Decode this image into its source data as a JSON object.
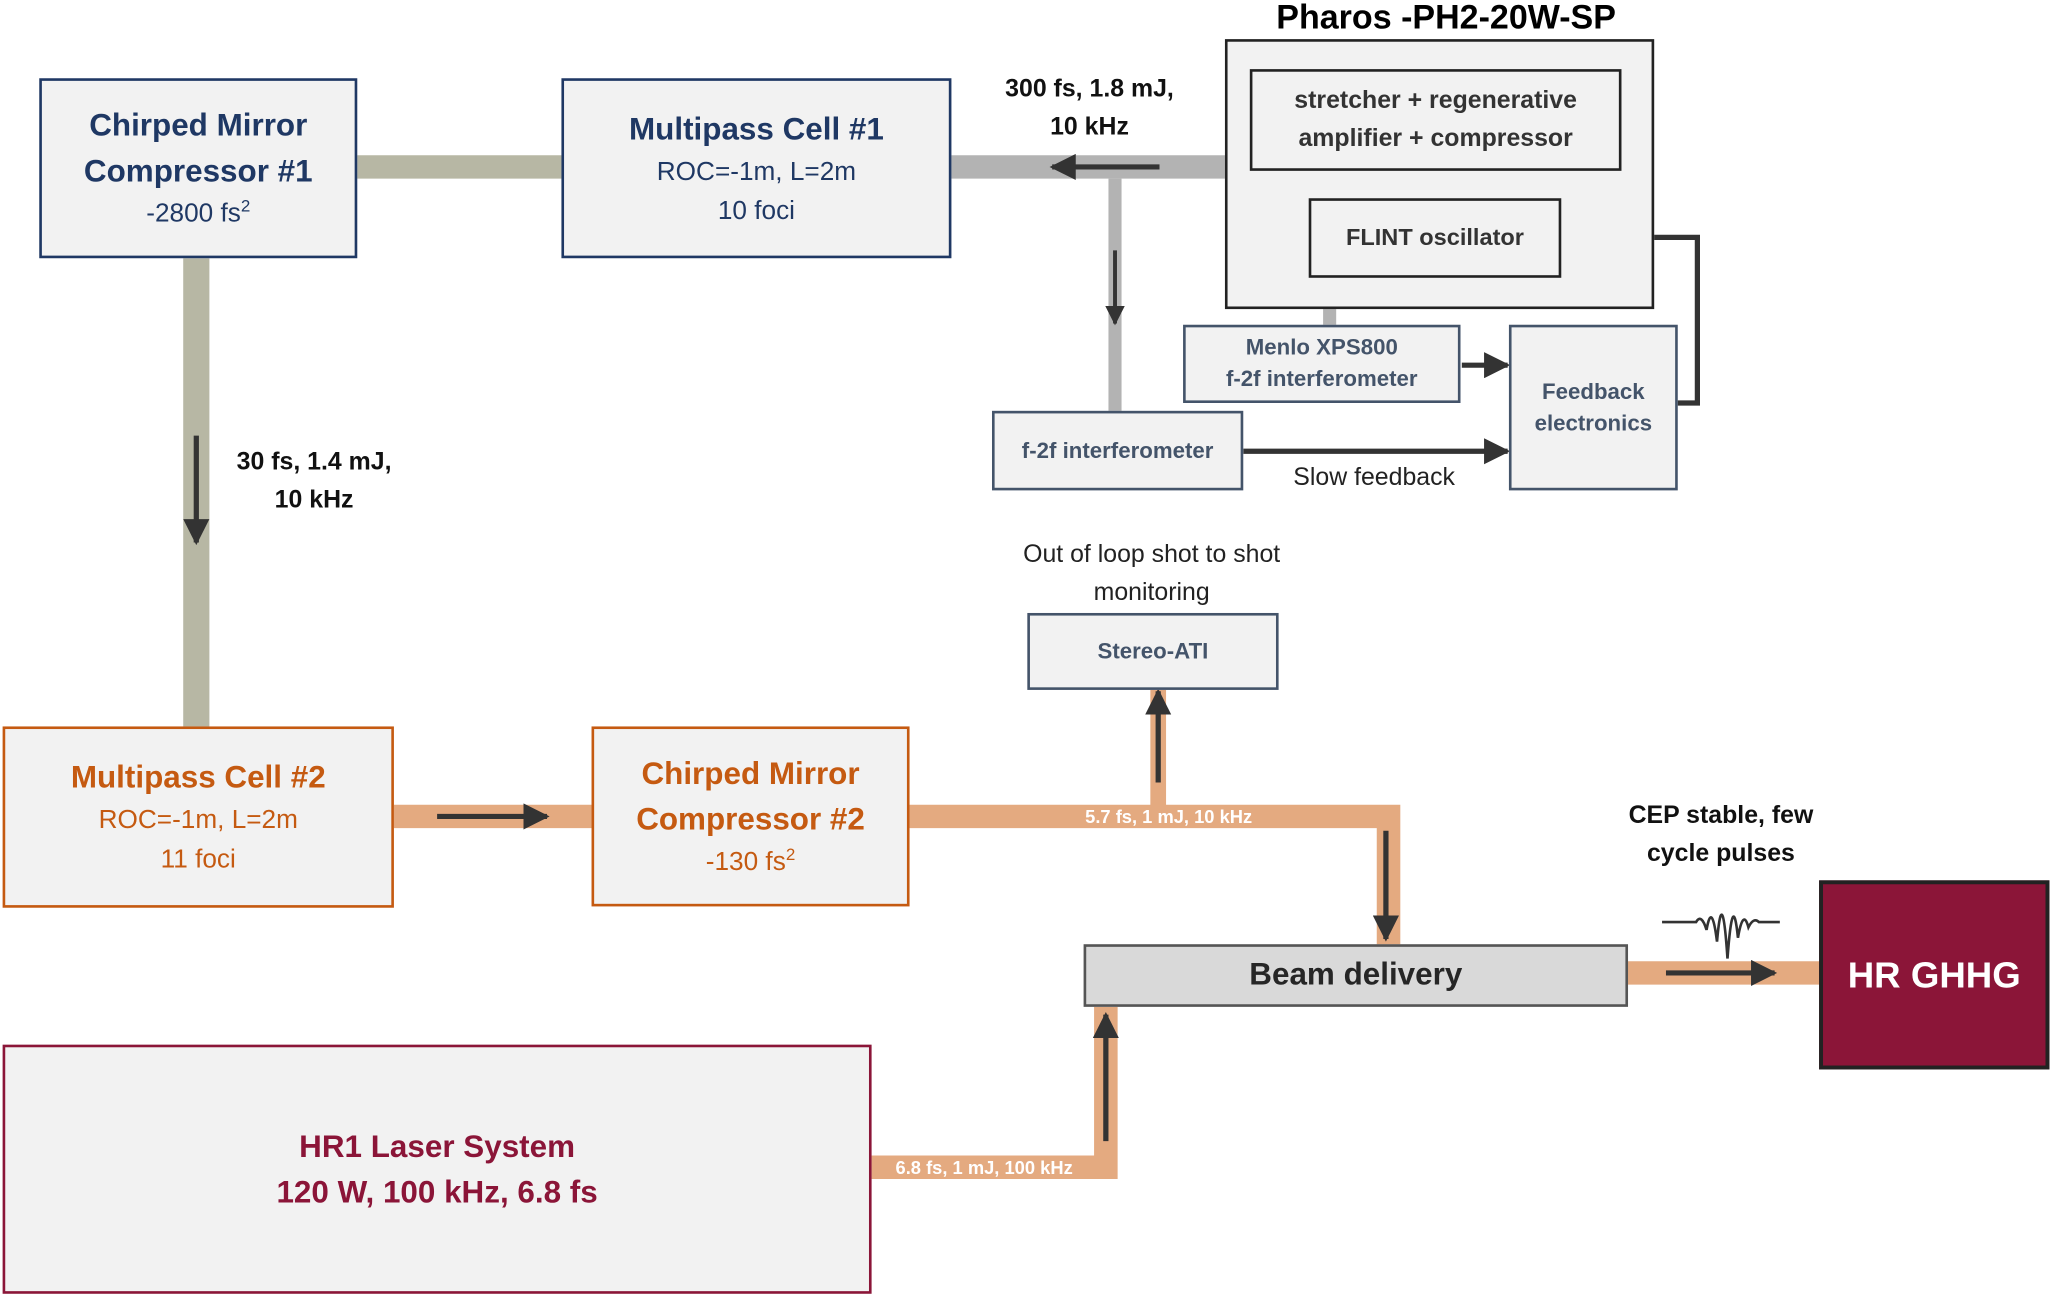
{
  "pharos": {
    "title": "Pharos -PH2-20W-SP",
    "amplifier_label": "stretcher + regenerative amplifier + compressor",
    "oscillator_label": "FLINT oscillator"
  },
  "cmc1": {
    "title": "Chirped Mirror Compressor #1",
    "gdd": "-2800 fs",
    "gdd_exp": "2"
  },
  "mpc1": {
    "title": "Multipass Cell #1",
    "params": "ROC=-1m, L=2m",
    "foci": "10 foci"
  },
  "mpc2": {
    "title": "Multipass Cell #2",
    "params": "ROC=-1m, L=2m",
    "foci": "11 foci"
  },
  "cmc2": {
    "title": "Chirped Mirror Compressor #2",
    "gdd": "-130 fs",
    "gdd_exp": "2"
  },
  "menlo": {
    "line1": "Menlo XPS800",
    "line2": "f-2f interferometer"
  },
  "f2f": {
    "label": "f-2f interferometer"
  },
  "feedback": {
    "label": "Feedback electronics",
    "slow_label": "Slow feedback"
  },
  "stereo": {
    "label": "Stereo-ATI",
    "note": "Out of loop shot to shot monitoring"
  },
  "beam_delivery": {
    "label": "Beam delivery"
  },
  "hr1": {
    "title": "HR1 Laser System",
    "specs": "120 W, 100 kHz, 6.8 fs"
  },
  "hrghhg": {
    "label": "HR GHHG"
  },
  "labels": {
    "pharos_output": "300 fs, 1.8 mJ, 10 kHz",
    "cmc1_output": "30 fs, 1.4 mJ, 10 kHz",
    "cmc2_output": "5.7 fs, 1 mJ, 10 kHz",
    "hr1_output": "6.8 fs, 1 mJ, 100 kHz",
    "cep": "CEP stable, few cycle pulses"
  },
  "colors": {
    "navy": "#1f3864",
    "slate": "#44546a",
    "orange": "#c55a11",
    "maroon": "#8b1538",
    "beam_gray": "#b7b7a4",
    "beam_peach": "#e4aa80",
    "box_fill": "#f2f2f2"
  }
}
